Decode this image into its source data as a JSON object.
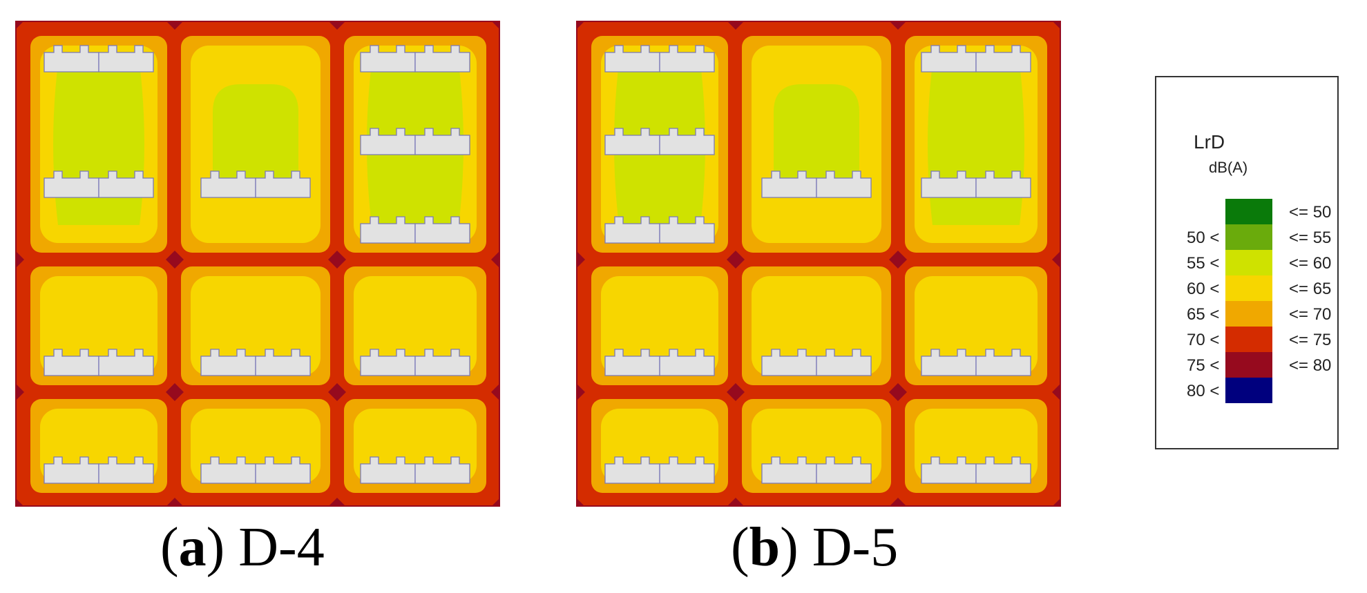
{
  "panels": [
    {
      "caption_letter": "a",
      "caption_text": "D-4",
      "rows": [
        [
          {
            "buildings": 2
          },
          {
            "buildings": 1
          },
          {
            "buildings": 3
          }
        ],
        [
          {
            "buildings": 1
          },
          {
            "buildings": 1
          },
          {
            "buildings": 1
          }
        ],
        [
          {
            "buildings": 1
          },
          {
            "buildings": 1
          },
          {
            "buildings": 1
          }
        ]
      ]
    },
    {
      "caption_letter": "b",
      "caption_text": "D-5",
      "rows": [
        [
          {
            "buildings": 3
          },
          {
            "buildings": 1
          },
          {
            "buildings": 2
          }
        ],
        [
          {
            "buildings": 1
          },
          {
            "buildings": 1
          },
          {
            "buildings": 1
          }
        ],
        [
          {
            "buildings": 1
          },
          {
            "buildings": 1
          },
          {
            "buildings": 1
          }
        ]
      ]
    }
  ],
  "legend": {
    "title": "LrD",
    "unit": "dB(A)",
    "bands": [
      {
        "lower": "",
        "upper": "<= 50",
        "color": "#0a7a0a"
      },
      {
        "lower": "50 <",
        "upper": "<= 55",
        "color": "#6aab0c"
      },
      {
        "lower": "55 <",
        "upper": "<= 60",
        "color": "#cfe200"
      },
      {
        "lower": "60 <",
        "upper": "<= 65",
        "color": "#f7d600"
      },
      {
        "lower": "65 <",
        "upper": "<= 70",
        "color": "#f0a800"
      },
      {
        "lower": "70 <",
        "upper": "<= 75",
        "color": "#d42c00"
      },
      {
        "lower": "75 <",
        "upper": "<= 80",
        "color": "#960a1e"
      },
      {
        "lower": "80 <",
        "upper": "",
        "color": "#00007e"
      }
    ]
  },
  "colors": {
    "road": "#d42c00",
    "junction": "#960a1e",
    "block_outer": "#f0a800",
    "block_mid": "#f7d600",
    "block_core": "#cfe200",
    "building_fill": "#e2e2e2",
    "building_stroke": "#7a78b8"
  }
}
